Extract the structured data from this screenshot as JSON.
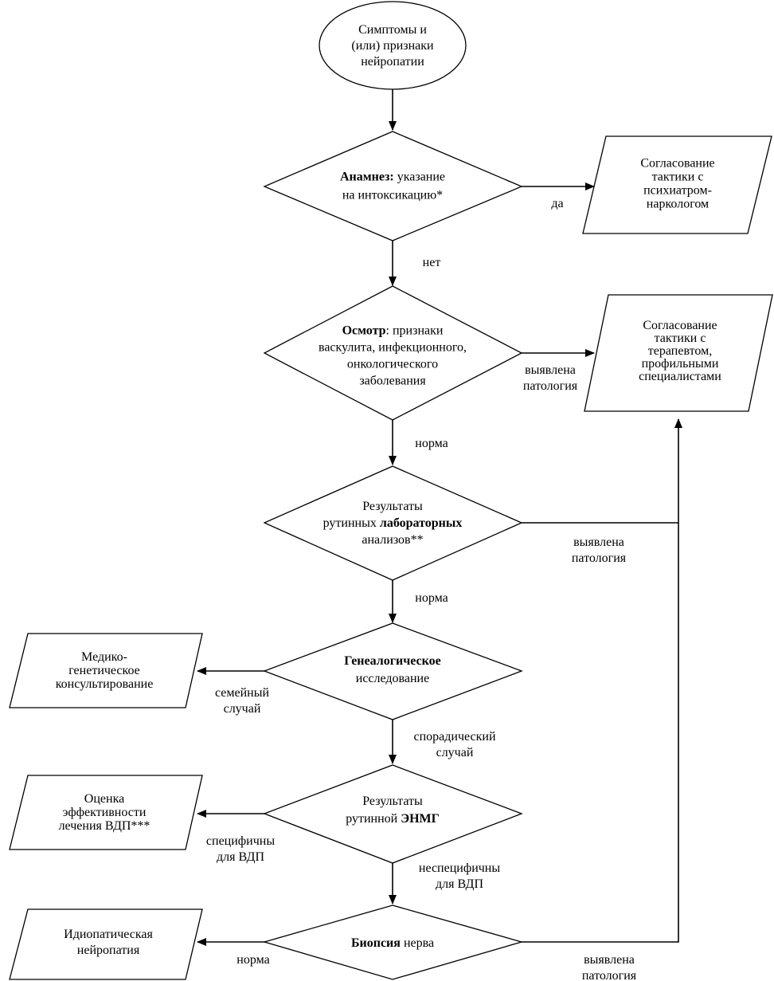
{
  "start": {
    "lines": [
      [
        {
          "t": "Симптомы и"
        }
      ],
      [
        {
          "t": "(или) признаки"
        }
      ],
      [
        {
          "t": "нейропатии"
        }
      ]
    ]
  },
  "decisions": {
    "anamnesis": {
      "lines": [
        [
          {
            "t": "Анамнез:",
            "b": true
          },
          {
            "t": " указание"
          }
        ],
        [
          {
            "t": "на интоксикацию*"
          }
        ]
      ]
    },
    "exam": {
      "lines": [
        [
          {
            "t": "Осмотр",
            "b": true
          },
          {
            "t": ": признаки"
          }
        ],
        [
          {
            "t": "васкулита, инфекционного,"
          }
        ],
        [
          {
            "t": "онкологического"
          }
        ],
        [
          {
            "t": "заболевания"
          }
        ]
      ]
    },
    "labs": {
      "lines": [
        [
          {
            "t": "Результаты"
          }
        ],
        [
          {
            "t": "рутинных "
          },
          {
            "t": "лабораторных",
            "b": true
          }
        ],
        [
          {
            "t": "анализов**"
          }
        ]
      ]
    },
    "genealogy": {
      "lines": [
        [
          {
            "t": "Генеалогическое",
            "b": true
          }
        ],
        [
          {
            "t": "исследование"
          }
        ]
      ]
    },
    "enmg": {
      "lines": [
        [
          {
            "t": "Результаты"
          }
        ],
        [
          {
            "t": "рутинной "
          },
          {
            "t": "ЭНМГ",
            "b": true
          }
        ]
      ]
    },
    "biopsy": {
      "lines": [
        [
          {
            "t": "Биопсия",
            "b": true
          },
          {
            "t": " нерва"
          }
        ]
      ]
    }
  },
  "outcomes": {
    "psychiatrist": {
      "lines": [
        [
          {
            "t": "Согласование"
          }
        ],
        [
          {
            "t": "тактики с"
          }
        ],
        [
          {
            "t": "психиатром-"
          }
        ],
        [
          {
            "t": "наркологом"
          }
        ]
      ]
    },
    "therapist": {
      "lines": [
        [
          {
            "t": "Согласование"
          }
        ],
        [
          {
            "t": "тактики с"
          }
        ],
        [
          {
            "t": "терапевтом,"
          }
        ],
        [
          {
            "t": "профильными"
          }
        ],
        [
          {
            "t": "специалистами"
          }
        ]
      ]
    },
    "genetic_counseling": {
      "lines": [
        [
          {
            "t": "Медико-"
          }
        ],
        [
          {
            "t": "генетическое"
          }
        ],
        [
          {
            "t": "консультирование"
          }
        ]
      ]
    },
    "treatment_efficacy": {
      "lines": [
        [
          {
            "t": "Оценка"
          }
        ],
        [
          {
            "t": "эффективности"
          }
        ],
        [
          {
            "t": "лечения ВДП***"
          }
        ]
      ]
    },
    "idiopathic": {
      "lines": [
        [
          {
            "t": "Идиопатическая"
          }
        ],
        [
          {
            "t": "нейропатия"
          }
        ]
      ]
    }
  },
  "labels": {
    "anamnesis_yes": [
      "да"
    ],
    "anamnesis_no": [
      "нет"
    ],
    "exam_pathology": [
      "выявлена",
      "патология"
    ],
    "exam_norm": [
      "норма"
    ],
    "labs_pathology": [
      "выявлена",
      "патология"
    ],
    "labs_norm": [
      "норма"
    ],
    "genealogy_family": [
      "семейный",
      "случай"
    ],
    "genealogy_sporadic": [
      "спорадический",
      "случай"
    ],
    "enmg_specific": [
      "специфичны",
      "для ВДП"
    ],
    "enmg_nonspecific": [
      "неспецифичны",
      "для ВДП"
    ],
    "biopsy_norm": [
      "норма"
    ],
    "biopsy_pathology": [
      "выявлена",
      "патология"
    ]
  }
}
